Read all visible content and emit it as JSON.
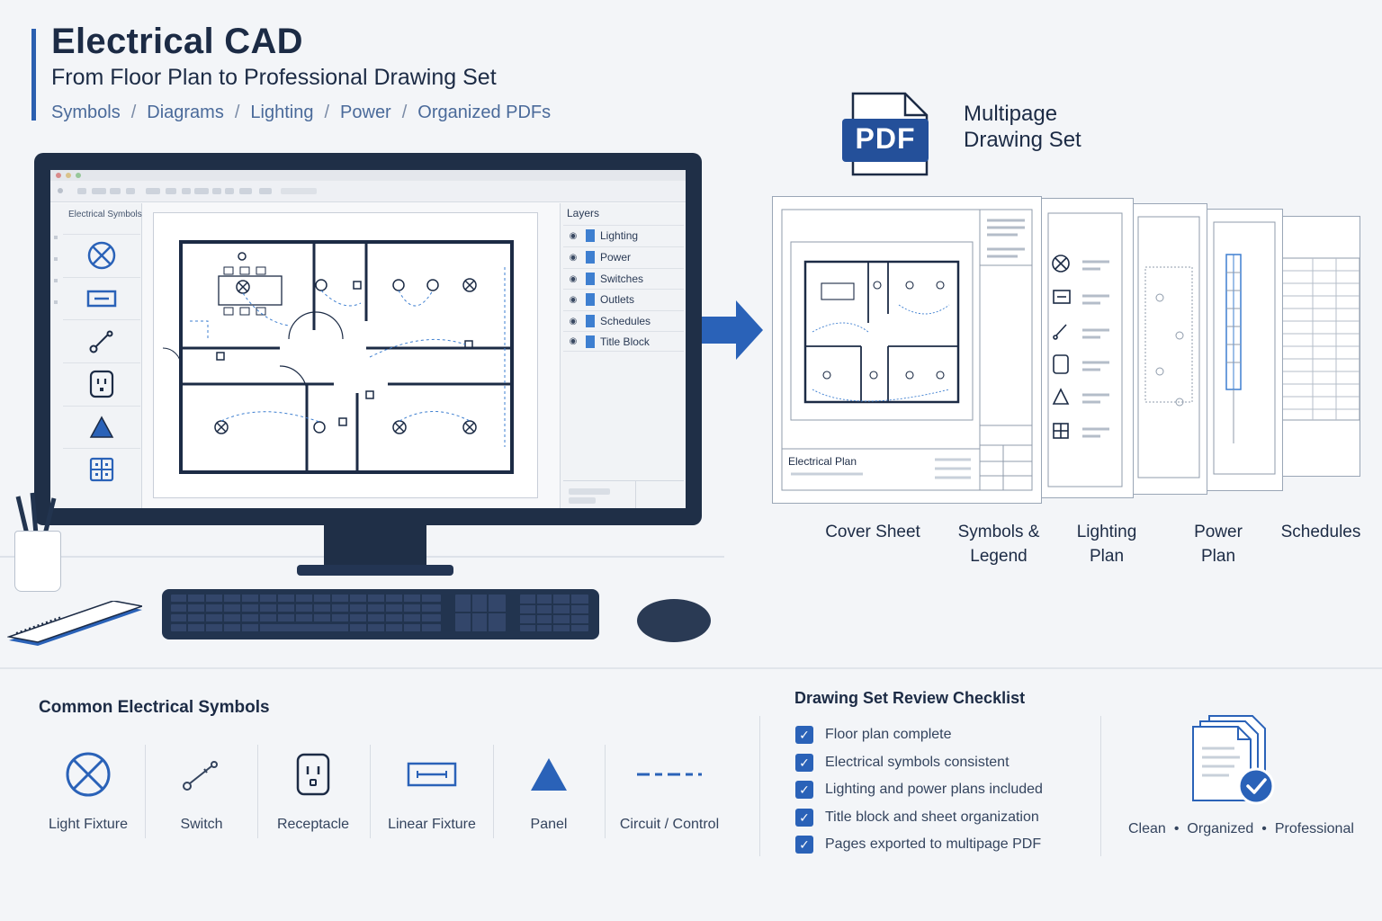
{
  "header": {
    "title": "Electrical CAD",
    "subtitle": "From Floor Plan to Professional Drawing Set",
    "crumbs": [
      "Symbols",
      "Diagrams",
      "Lighting",
      "Power",
      "Organized PDFs"
    ],
    "separator": "/"
  },
  "app": {
    "left_panel_title": "Electrical Symbols",
    "layers_title": "Layers",
    "layers": [
      "Lighting",
      "Power",
      "Switches",
      "Outlets",
      "Schedules",
      "Title Block"
    ]
  },
  "pdf": {
    "icon_text": "PDF",
    "caption_line1": "Multipage",
    "caption_line2": "Drawing Set"
  },
  "sheets": {
    "cover_caption": "Electrical Plan",
    "labels": [
      {
        "line1": "Cover Sheet",
        "line2": ""
      },
      {
        "line1": "Symbols &",
        "line2": "Legend"
      },
      {
        "line1": "Lighting",
        "line2": "Plan"
      },
      {
        "line1": "Power",
        "line2": "Plan"
      },
      {
        "line1": "Schedules",
        "line2": ""
      }
    ]
  },
  "symbols": {
    "title": "Common Electrical Symbols",
    "items": [
      "Light Fixture",
      "Switch",
      "Receptacle",
      "Linear Fixture",
      "Panel",
      "Circuit / Control"
    ]
  },
  "checklist": {
    "title": "Drawing Set Review Checklist",
    "items": [
      "Floor plan complete",
      "Electrical symbols consistent",
      "Lighting and power plans included",
      "Title block and sheet organization",
      "Pages exported to multipage PDF"
    ],
    "checkmark": "✓"
  },
  "tagline": {
    "words": [
      "Clean",
      "Organized",
      "Professional"
    ],
    "dot": "•"
  },
  "colors": {
    "accent": "#2a5fb0",
    "navy": "#1c2b45",
    "monitor": "#1f2f47"
  }
}
